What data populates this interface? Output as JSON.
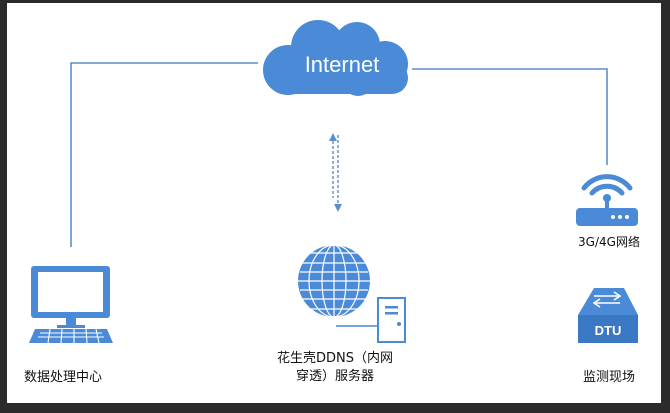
{
  "diagram": {
    "cloud_label": "Internet",
    "data_center_label": "数据处理中心",
    "ddns_label_line1": "花生壳DDNS（内网",
    "ddns_label_line2": "穿透）服务器",
    "network_label": "3G/4G网络",
    "dtu_label": "DTU",
    "site_label": "监测现场"
  },
  "colors": {
    "line": "#5b8fc9",
    "icon": "#4b8ad6",
    "icon_dark": "#3a78c4"
  }
}
